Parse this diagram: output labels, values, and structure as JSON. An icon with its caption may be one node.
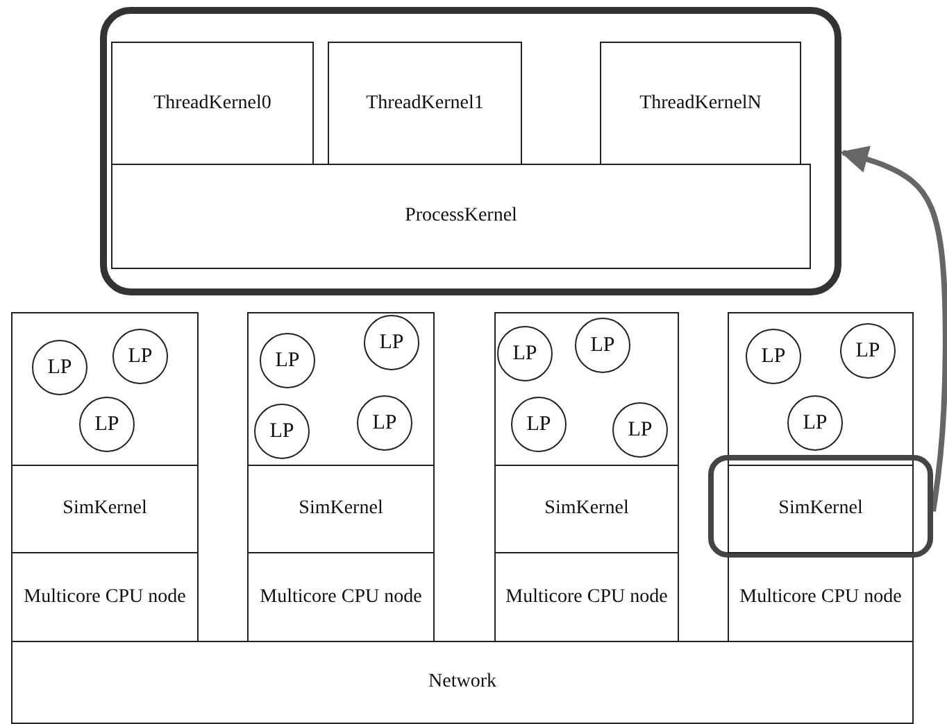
{
  "diagram": {
    "nodes": [
      {
        "text": [],
        "shape": "box"
      },
      {
        "text": [
          "ThreadKernel0"
        ],
        "in": 0
      },
      {
        "text": [
          "ThreadKernel1"
        ],
        "in": 0
      },
      {
        "text": [
          "ThreadKernelN"
        ],
        "in": 0
      },
      {
        "text": [
          "ProcessKernel"
        ],
        "in": 0
      },
      {
        "text": [],
        "shape": "box"
      },
      {
        "text": [
          "LP"
        ],
        "in": 5
      },
      {
        "text": [
          "LP"
        ],
        "in": 5
      },
      {
        "text": [
          "LP"
        ],
        "in": 5
      },
      {
        "text": [
          "SimKernel"
        ]
      },
      {
        "text": [
          "Multicore CPU node"
        ]
      },
      {
        "text": [],
        "shape": "box"
      },
      {
        "text": [
          "LP"
        ],
        "in": 11
      },
      {
        "text": [
          "LP"
        ],
        "in": 11
      },
      {
        "text": [
          "LP"
        ],
        "in": 11
      },
      {
        "text": [
          "LP"
        ],
        "in": 11
      },
      {
        "text": [
          "SimKernel"
        ]
      },
      {
        "text": [
          "Multicore CPU node"
        ]
      },
      {
        "text": [],
        "shape": "box"
      },
      {
        "text": [
          "LP"
        ],
        "in": 18
      },
      {
        "text": [
          "LP"
        ],
        "in": 18
      },
      {
        "text": [
          "LP"
        ],
        "in": 18
      },
      {
        "text": [
          "LP"
        ],
        "in": 18
      },
      {
        "text": [
          "SimKernel"
        ]
      },
      {
        "text": [
          "Multicore CPU node"
        ]
      },
      {
        "text": [],
        "shape": "box"
      },
      {
        "text": [
          "LP"
        ],
        "in": 25
      },
      {
        "text": [
          "LP"
        ],
        "in": 25
      },
      {
        "text": [
          "LP"
        ],
        "in": 25
      },
      {
        "text": [],
        "shape": "box"
      },
      {
        "text": [
          "SimKernel"
        ],
        "in": 29
      },
      {
        "text": [
          "Multicore CPU node"
        ]
      },
      {
        "text": [
          "Network"
        ]
      }
    ],
    "edges": [
      {
        "from": 29,
        "to": 0,
        "arrow": "to"
      }
    ]
  }
}
